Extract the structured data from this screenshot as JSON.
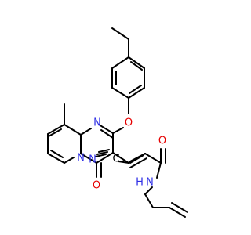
{
  "atoms": {
    "n_top": "N",
    "n_bridge": "N",
    "o_ether": "O",
    "o_pyrimidinone": "O",
    "n_nitrile": "N",
    "c_nitrile": "C",
    "o_amide": "O",
    "n_amide": "N",
    "h_amide": "H"
  },
  "colors": {
    "nitrogen": "#2f2fe6",
    "oxygen": "#e60000",
    "carbon": "#000000",
    "bond": "#000000"
  }
}
